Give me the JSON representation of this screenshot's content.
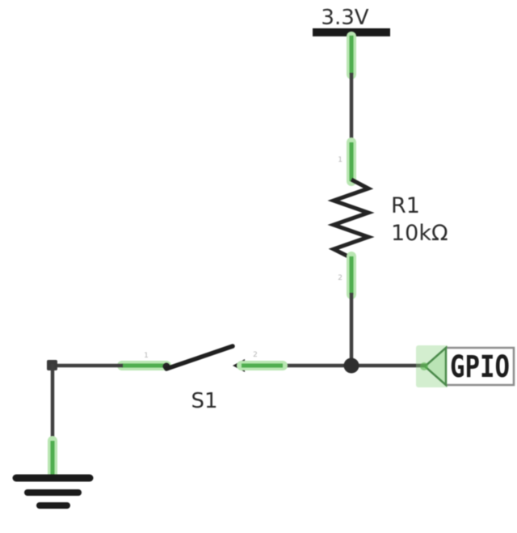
{
  "meta": {
    "type": "circuit-schematic",
    "description": "Pull-up resistor on a GPIO line with switch to ground"
  },
  "colors": {
    "background": "#ffffff",
    "wire": "#3f3f3f",
    "symbol": "#1f1f1f",
    "junction": "#2f2f2f",
    "highlight_green_core": "#4fae4f",
    "highlight_green_halo": "#b9e6b2",
    "label_border": "#8c8c8c",
    "pin_number_gray": "#b5b5b5",
    "text": "#2b2b2b"
  },
  "components": {
    "power": {
      "label": "3.3V"
    },
    "resistor": {
      "ref": "R1",
      "value": "10kΩ",
      "pin_top": "1",
      "pin_bottom": "2"
    },
    "switch": {
      "ref": "S1",
      "pin_left": "1",
      "pin_right": "2"
    },
    "gpio": {
      "label": "GPIO"
    }
  },
  "icons": {
    "power_rail": "power-rail-bar",
    "ground": "earth-ground-symbol",
    "junction": "wire-junction-dot",
    "gpio_flag": "hierarchical-label-chevron"
  }
}
